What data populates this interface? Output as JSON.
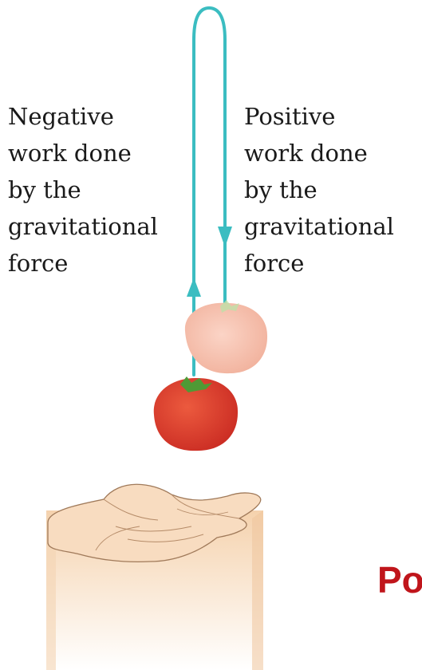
{
  "labels": {
    "negative": [
      "Negative",
      "work done",
      "by the",
      "gravitational",
      "force"
    ],
    "positive": [
      "Positive",
      "work done",
      "by the",
      "gravitational",
      "force"
    ]
  },
  "bottom_text": "Po",
  "colors": {
    "path": "#3bbdc1",
    "tomato": "#d93a2b",
    "tomato_faded": "#f2b7a6",
    "skin": "#f7d8b8",
    "bottom_text": "#c0151b"
  },
  "icons": [
    "tomato-icon",
    "hand-icon",
    "stem-icon"
  ]
}
